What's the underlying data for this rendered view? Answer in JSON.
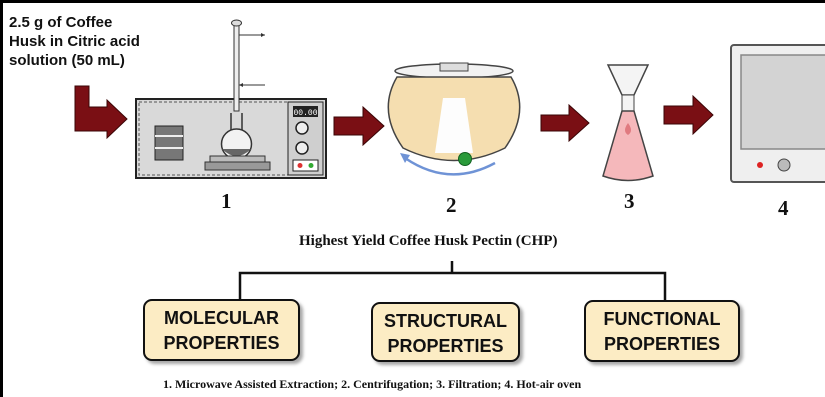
{
  "intro": {
    "lines": [
      "2.5 g of Coffee",
      "Husk in Citric acid",
      "solution (50 mL)"
    ]
  },
  "apparatus": {
    "microwave_display": "00.00",
    "step_numbers": [
      "1",
      "2",
      "3",
      "4"
    ]
  },
  "result_title": "Highest Yield Coffee Husk Pectin (CHP)",
  "properties": [
    {
      "line1": "MOLECULAR",
      "line2": "PROPERTIES"
    },
    {
      "line1": "STRUCTURAL",
      "line2": "PROPERTIES"
    },
    {
      "line1": "FUNCTIONAL",
      "line2": "PROPERTIES"
    }
  ],
  "caption": "1. Microwave Assisted Extraction; 2. Centrifugation; 3. Filtration; 4. Hot-air oven",
  "colors": {
    "arrow": "#7a0f14",
    "box_fill": "#fcecc4",
    "centrifuge_bowl": "#f5deb0",
    "flask_liquid": "#f5b8bb"
  }
}
